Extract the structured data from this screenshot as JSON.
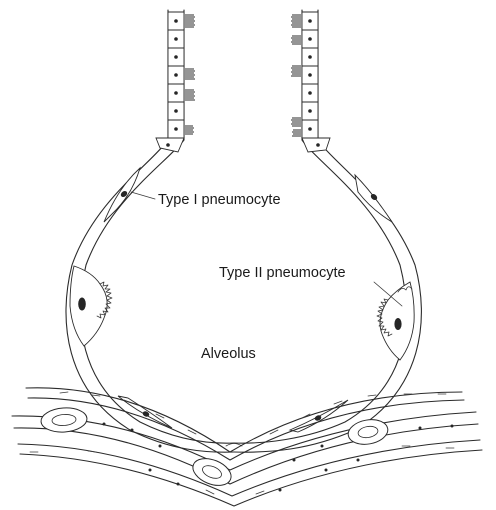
{
  "labels": {
    "type_i": "Type I pneumocyte",
    "type_ii": "Type II pneumocyte",
    "alveolus": "Alveolus"
  },
  "colors": {
    "stroke": "#2b2b2b",
    "background": "#ffffff"
  }
}
